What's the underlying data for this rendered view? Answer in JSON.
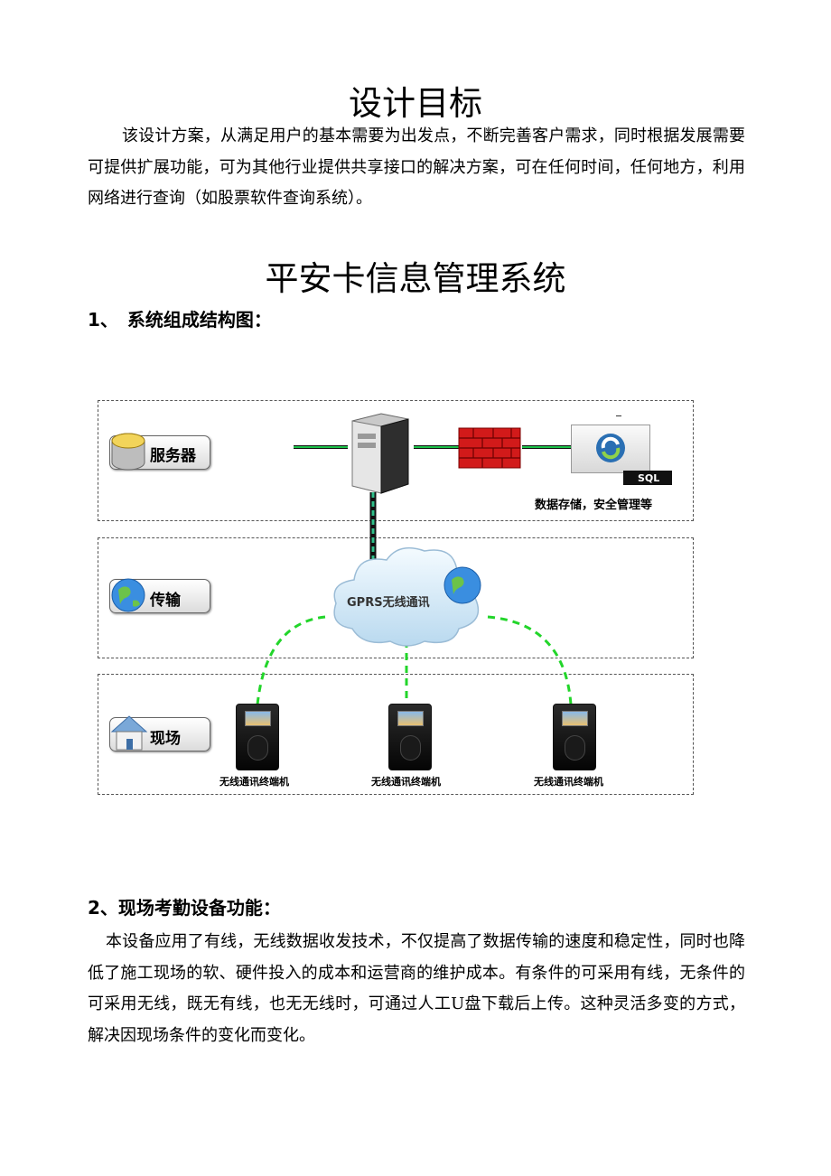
{
  "section1": {
    "title": "设计目标",
    "body": "该设计方案，从满足用户的基本需要为出发点，不断完善客户需求，同时根据发展需要可提供扩展功能，可为其他行业提供共享接口的解决方案，可在任何时间，任何地方，利用网络进行查询（如股票软件查询系统）。"
  },
  "section2": {
    "title": "平安卡信息管理系统",
    "heading1": "1、　系统组成结构图：",
    "heading2": "2、现场考勤设备功能：",
    "body2": "本设备应用了有线，无线数据收发技术，不仅提高了数据传输的速度和稳定性，同时也降低了施工现场的软、硬件投入的成本和运营商的维护成本。有条件的可采用有线，无条件的可采用无线，既无有线，也无无线时，可通过人工U盘下载后上传。这种灵活多变的方式，解决因现场条件的变化而变化。"
  },
  "diagram": {
    "server_label": "服务器",
    "transport_label": "传输",
    "site_label": "现场",
    "cloud_label": "GPRS无线通讯",
    "sql_label": "SQL",
    "storage_caption": "数据存储，安全管理等",
    "terminal_label_1": "无线通讯终端机",
    "terminal_label_2": "无线通讯终端机",
    "terminal_label_3": "无线通讯终端机"
  }
}
